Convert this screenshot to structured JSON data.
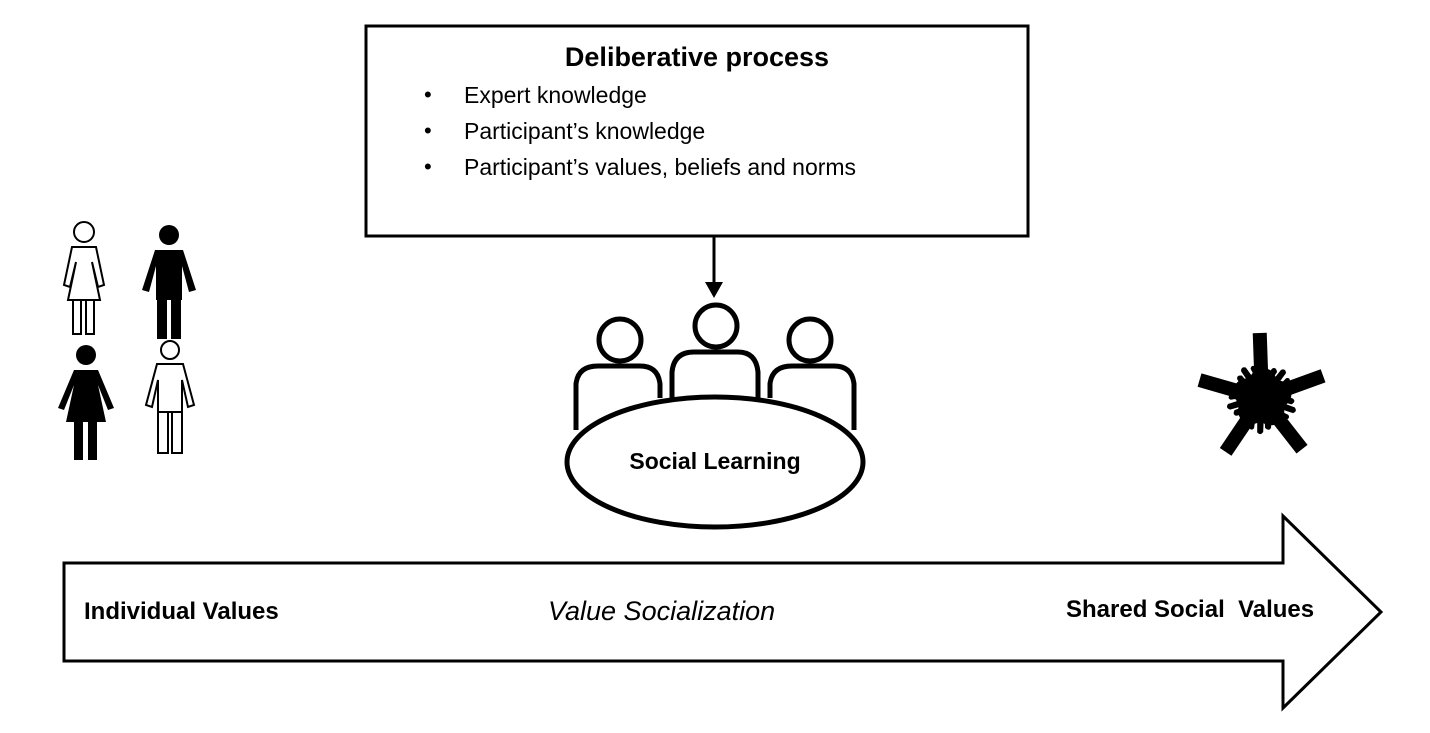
{
  "deliberative_box": {
    "title": "Deliberative process",
    "items": [
      "Expert knowledge",
      "Participant’s knowledge",
      "Participant’s values, beliefs and norms"
    ],
    "bullet": "•"
  },
  "center_icon": {
    "label": "Social Learning"
  },
  "flow_arrow": {
    "start_label": "Individual Values",
    "middle_label": "Value Socialization",
    "end_label": "Shared Social  Values"
  },
  "icons": {
    "left": [
      "woman-outline-icon",
      "man-solid-icon",
      "woman-solid-icon",
      "man-outline-icon"
    ],
    "center": "meeting-table-icon",
    "right": "joined-hands-icon"
  },
  "colors": {
    "stroke": "#000000",
    "background": "#ffffff"
  }
}
